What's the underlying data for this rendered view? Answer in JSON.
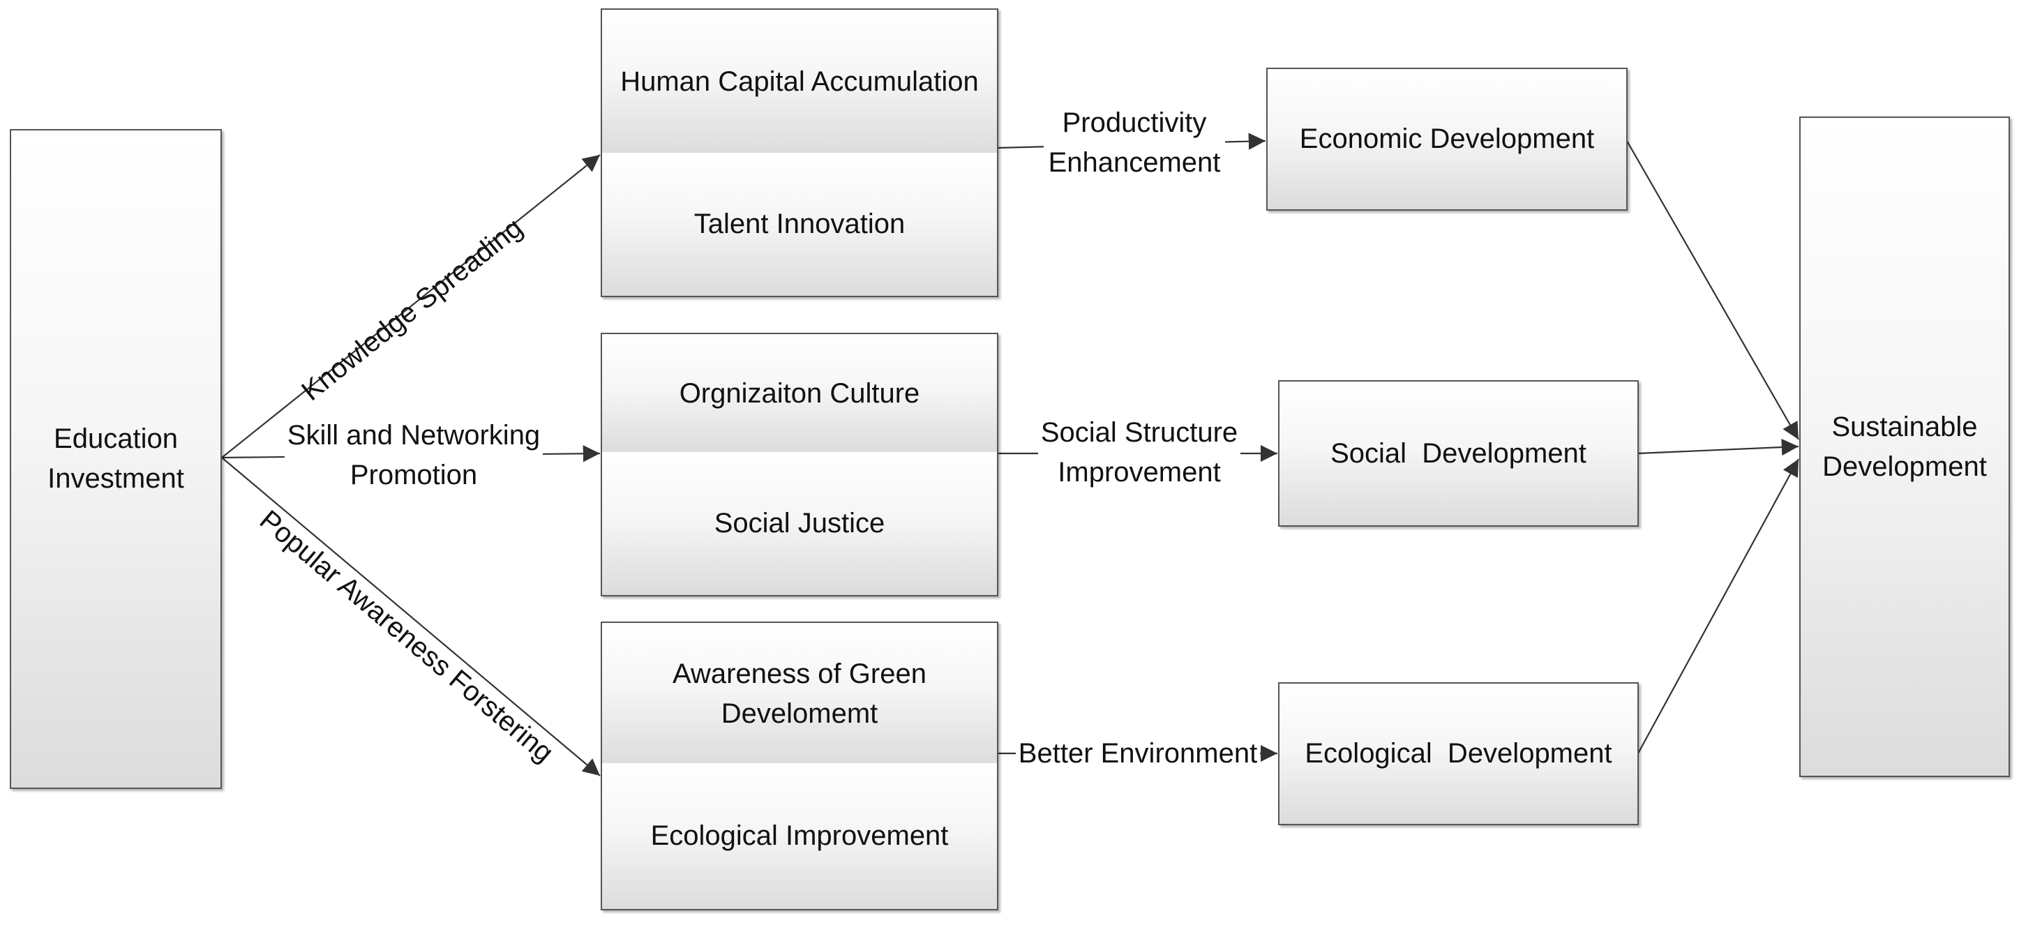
{
  "nodes": {
    "education_investment": "Education\nInvestment",
    "human_capital": "Human Capital Accumulation",
    "talent_innovation": "Talent Innovation",
    "organization_culture": "Orgnizaiton Culture",
    "social_justice": "Social Justice",
    "green_awareness": "Awareness of Green\nDevelomemt",
    "ecological_improvement": "Ecological Improvement",
    "economic_development": "Economic Development",
    "social_development": "Social  Development",
    "ecological_development": "Ecological  Development",
    "sustainable_development": "Sustainable\nDevelopment"
  },
  "edges": {
    "knowledge_spreading": "Knowledge Spreading",
    "skill_networking": "Skill and Networking\nPromotion",
    "popular_awareness": "Popular Awareness Forstering",
    "productivity": "Productivity\nEnhancement",
    "social_structure": "Social Structure\nImprovement",
    "better_environment": "Better Environment"
  },
  "colors": {
    "border": "#555555",
    "line": "#333333",
    "text": "#111111"
  }
}
